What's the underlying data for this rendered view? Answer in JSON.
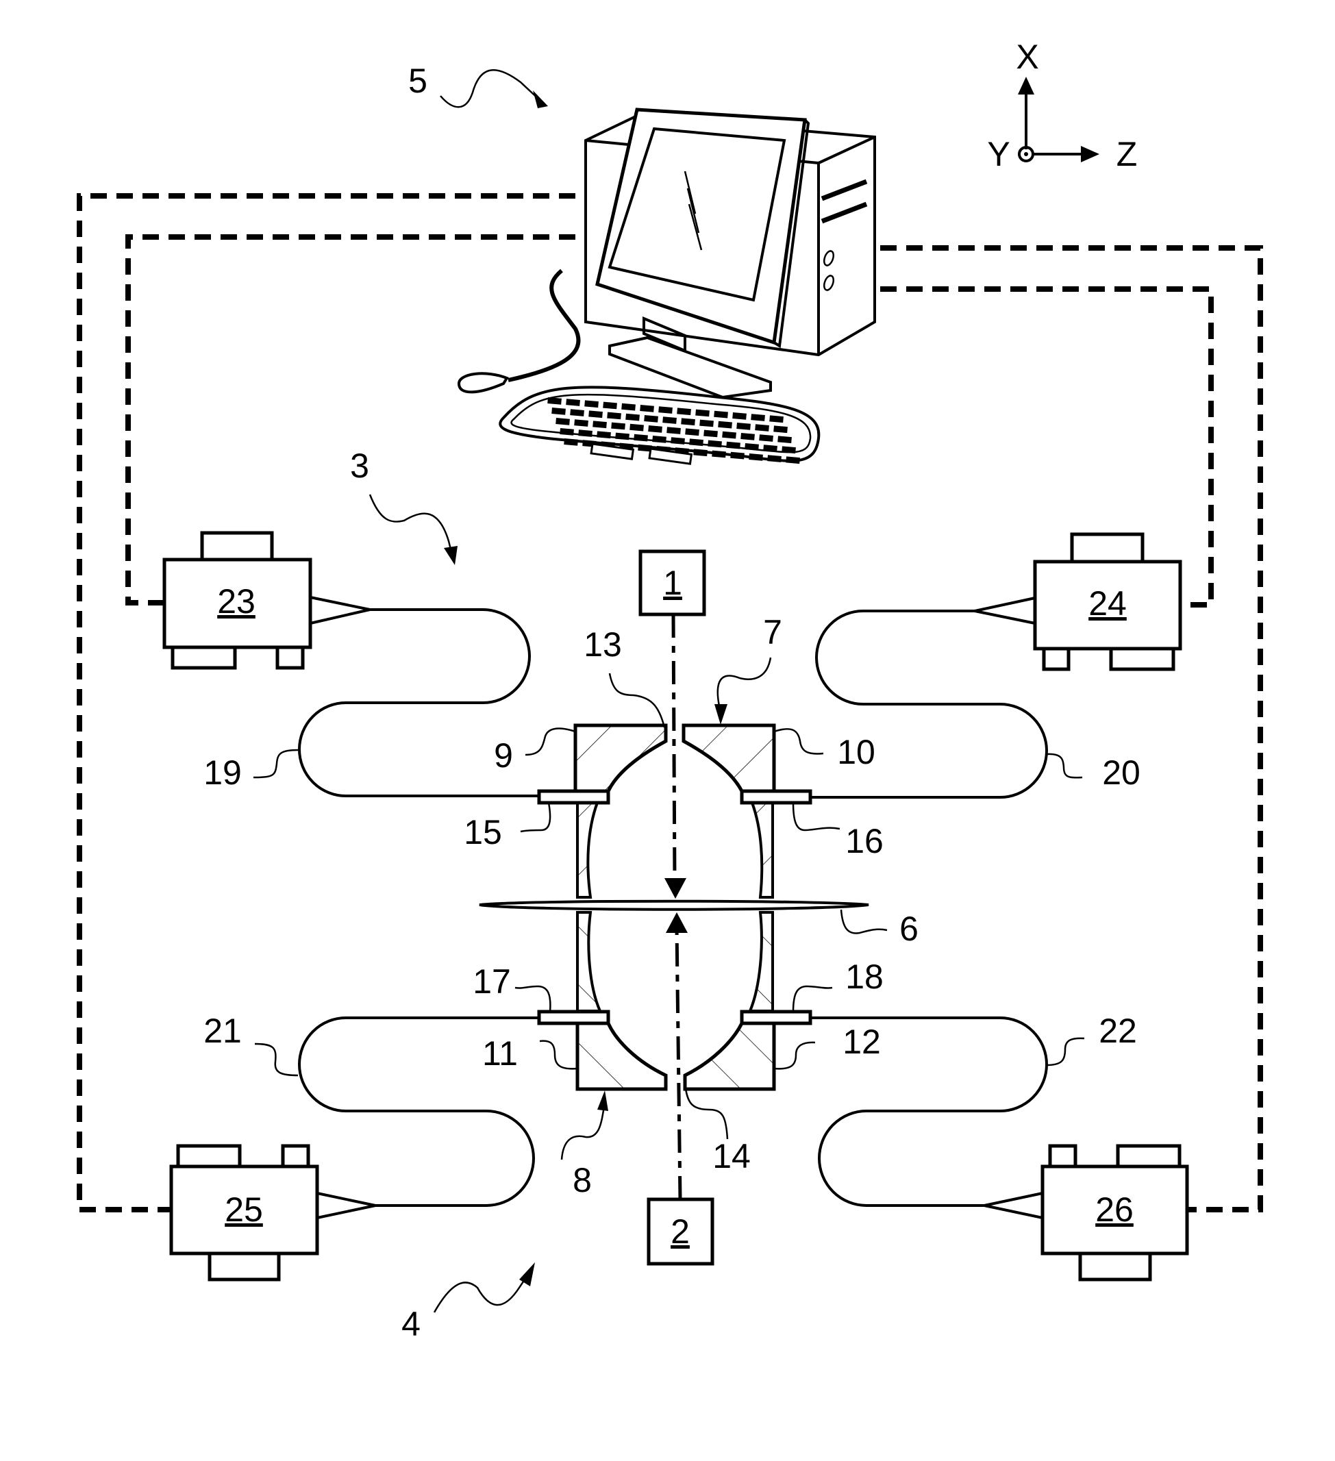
{
  "figure": {
    "type": "patent-schematic",
    "axes": {
      "x": "X",
      "y": "Y",
      "z": "Z"
    },
    "assemblies": {
      "computer": "5",
      "upper_unit": "3",
      "lower_unit": "4"
    },
    "sources": {
      "upper": "1",
      "lower": "2"
    },
    "chamber": {
      "membrane": "6",
      "upper_housing": "7",
      "lower_housing": "8",
      "upper_left_part": "9",
      "upper_right_part": "10",
      "lower_left_part": "11",
      "lower_right_part": "12",
      "upper_aperture": "13",
      "lower_aperture": "14"
    },
    "ports": {
      "upper_left": "15",
      "upper_right": "16",
      "lower_left": "17",
      "lower_right": "18"
    },
    "fibers": {
      "upper_left": "19",
      "upper_right": "20",
      "lower_left": "21",
      "lower_right": "22"
    },
    "devices": {
      "upper_left": "23",
      "upper_right": "24",
      "lower_left": "25",
      "lower_right": "26"
    }
  }
}
